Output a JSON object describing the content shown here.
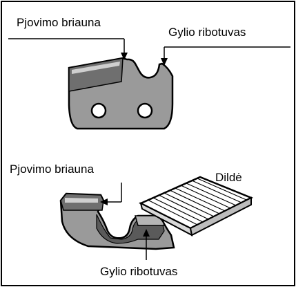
{
  "labels": {
    "top_cutting_edge": "Pjovimo briauna",
    "top_depth_gauge": "Gylio ribotuvas",
    "bottom_cutting_edge": "Pjovimo briauna",
    "file": "Dildė",
    "bottom_depth_gauge": "Gylio ribotuvas"
  },
  "colors": {
    "line": "#000000",
    "tooth_fill": "#9a9a9a",
    "tooth_dark": "#5a5a5a",
    "background": "#ffffff"
  }
}
